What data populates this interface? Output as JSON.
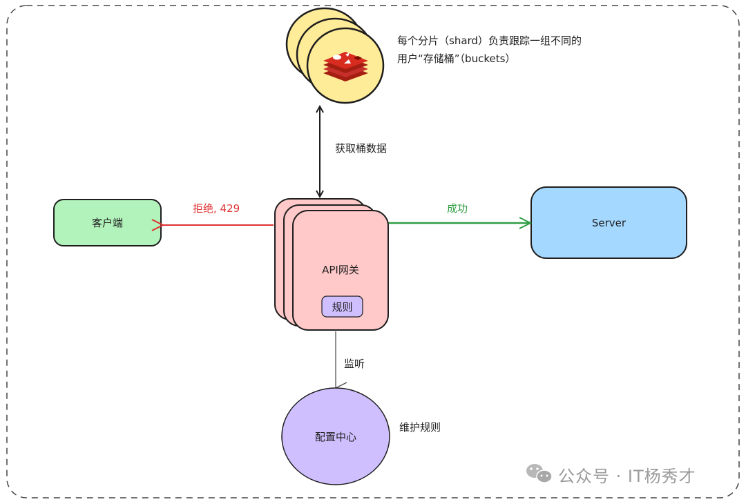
{
  "diagram": {
    "nodes": {
      "redis": {
        "label": "Redis shards",
        "note_line1": "每个分片（shard）负责跟踪一组不同的",
        "note_line2": "用户“存储桶”（buckets）"
      },
      "client": {
        "label": "客户端",
        "fill": "#b2f2bb"
      },
      "gateway": {
        "label": "API网关",
        "fill": "#ffc9c9",
        "rules_label": "规则",
        "rules_fill": "#d0bfff"
      },
      "server": {
        "label": "Server",
        "fill": "#a5d8ff"
      },
      "config": {
        "label": "配置中心",
        "fill": "#d0bfff",
        "note": "维护规则"
      }
    },
    "edges": {
      "fetch": {
        "label": "获取桶数据",
        "color": "#1e1e1e"
      },
      "reject": {
        "label": "拒绝, 429",
        "color": "#e03131"
      },
      "success": {
        "label": "成功",
        "color": "#2f9e44"
      },
      "listen": {
        "label": "监听",
        "color": "#555555"
      }
    }
  },
  "watermark": {
    "text": "公众号 · IT杨秀才"
  }
}
